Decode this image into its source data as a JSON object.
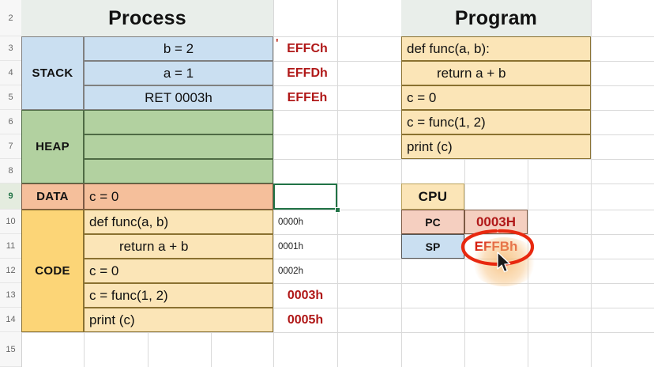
{
  "spreadsheet": {
    "row_headers": [
      "2",
      "3",
      "4",
      "5",
      "6",
      "7",
      "8",
      "9",
      "10",
      "11",
      "12",
      "13",
      "14",
      "15"
    ],
    "active_row": "9"
  },
  "process": {
    "title": "Process",
    "sections": [
      {
        "label": "STACK",
        "rows": [
          "b = 2",
          "a = 1",
          "RET 0003h"
        ]
      },
      {
        "label": "HEAP",
        "rows": [
          "",
          "",
          ""
        ]
      },
      {
        "label": "DATA",
        "rows": [
          "c = 0"
        ]
      },
      {
        "label": "CODE",
        "rows": [
          "def func(a, b)",
          "return a + b",
          "c = 0",
          "c = func(1, 2)",
          "print (c)"
        ]
      }
    ],
    "stack_addresses": [
      "EFFCh",
      "EFFDh",
      "EFFEh"
    ],
    "stack_marker": "'",
    "code_addresses": [
      "0000h",
      "0001h",
      "0002h",
      "0003h",
      "0005h"
    ]
  },
  "program": {
    "title": "Program",
    "lines": [
      "def func(a, b):",
      "return a + b",
      "c = 0",
      "c = func(1, 2)",
      "print (c)"
    ]
  },
  "cpu": {
    "title": "CPU",
    "registers": [
      {
        "name": "PC",
        "value": "0003H"
      },
      {
        "name": "SP",
        "value": "EFFBh"
      }
    ]
  },
  "annotation": {
    "circled_value": "EFFBh",
    "circle_color": "#e8280f",
    "highlight_color": "#f4b15e"
  },
  "colors": {
    "stack": "#cadff1",
    "heap": "#b2d1a0",
    "data": "#f5bf9b",
    "code_label": "#fcd577",
    "code_cell": "#fbe5b7",
    "header": "#e9eeea",
    "pc_row": "#f5cfc0",
    "sp_row": "#cadff1",
    "red_text": "#b01818",
    "selection": "#217346"
  }
}
